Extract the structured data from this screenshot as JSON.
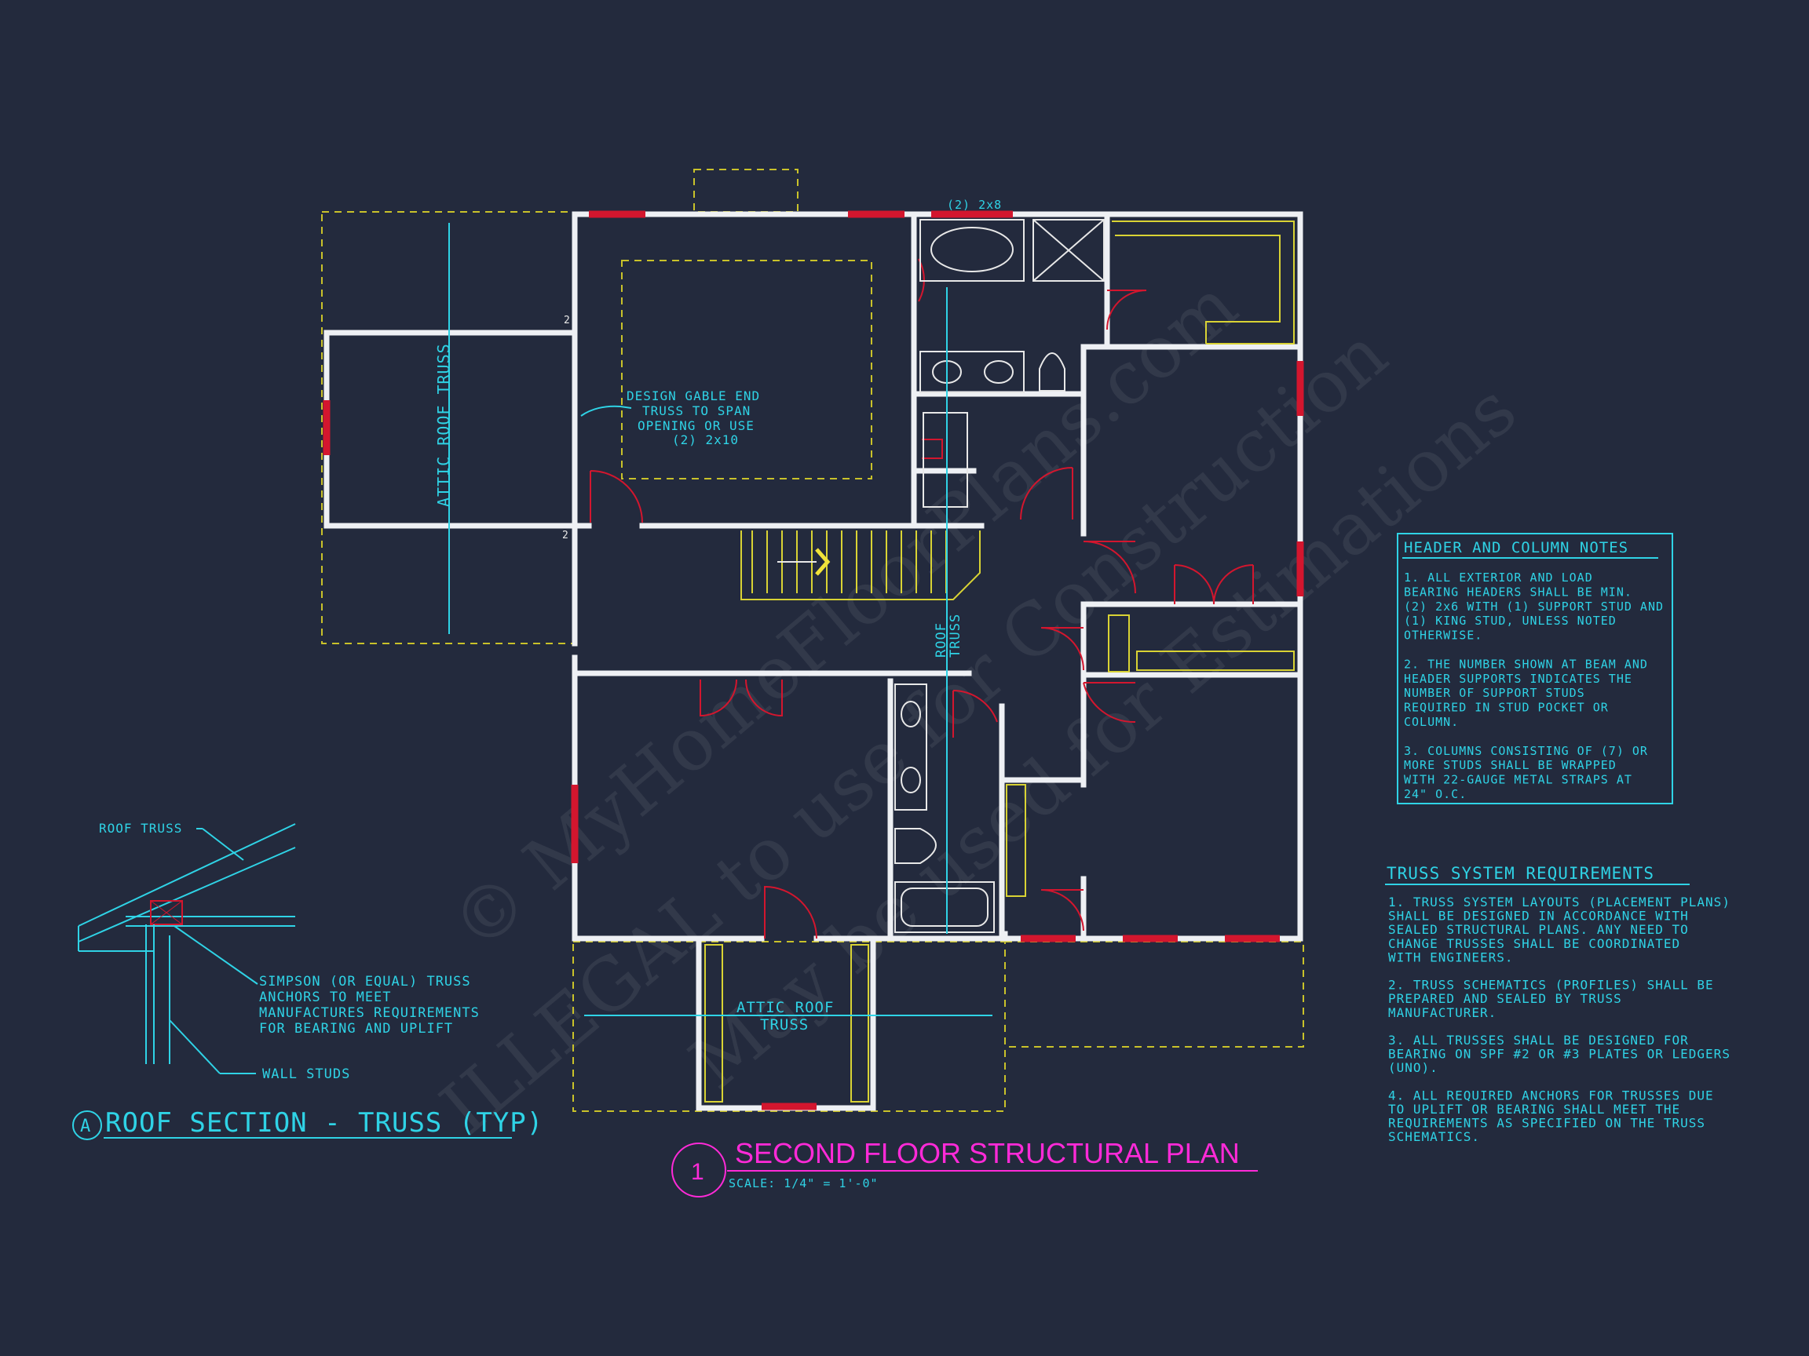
{
  "watermark": {
    "line1": "© MyHomeFloorPlans.com",
    "line2": "ILLEGAL to use for Construction",
    "line3": "May be used for Estimations"
  },
  "plan": {
    "beam_label": "(2) 2x8",
    "gable_note": [
      "DESIGN GABLE END",
      "TRUSS TO SPAN",
      "OPENING OR USE",
      "(2) 2x10"
    ],
    "attic_left_label": "ATTIC ROOF TRUSS",
    "attic_bottom_label": [
      "ATTIC ROOF",
      "TRUSS"
    ],
    "roof_truss_label": [
      "ROOF",
      "TRUSS"
    ],
    "stud_count_top": "2",
    "stud_count_bottom": "2"
  },
  "title": {
    "number": "1",
    "text": "SECOND FLOOR STRUCTURAL PLAN",
    "scale": "SCALE: 1/4\" = 1'-0\""
  },
  "roof_section": {
    "marker": "A",
    "title": "ROOF SECTION - TRUSS (TYP)",
    "label_roof_truss": "ROOF TRUSS",
    "anchor_note": [
      "SIMPSON (OR EQUAL) TRUSS",
      "ANCHORS TO MEET",
      "MANUFACTURES REQUIREMENTS",
      "FOR BEARING AND UPLIFT"
    ],
    "label_wall_studs": "WALL STUDS"
  },
  "header_notes": {
    "title": "HEADER AND COLUMN NOTES",
    "lines": [
      "1. ALL EXTERIOR AND LOAD",
      "BEARING HEADERS SHALL BE MIN.",
      "(2) 2x6 WITH (1) SUPPORT STUD AND",
      "(1) KING STUD, UNLESS NOTED",
      "OTHERWISE.",
      "",
      "2. THE NUMBER SHOWN AT BEAM AND",
      "HEADER SUPPORTS INDICATES THE",
      "NUMBER OF SUPPORT STUDS",
      "REQUIRED IN STUD POCKET OR",
      "COLUMN.",
      "",
      "3. COLUMNS CONSISTING OF (7) OR",
      "MORE STUDS SHALL BE WRAPPED",
      "WITH 22-GAUGE METAL STRAPS AT",
      "24\" O.C."
    ]
  },
  "truss_requirements": {
    "title": "TRUSS SYSTEM REQUIREMENTS",
    "lines": [
      "1. TRUSS SYSTEM LAYOUTS (PLACEMENT PLANS)",
      "SHALL BE DESIGNED IN ACCORDANCE WITH",
      "SEALED STRUCTURAL PLANS. ANY NEED TO",
      "CHANGE TRUSSES SHALL BE COORDINATED",
      "WITH ENGINEERS.",
      "",
      "2. TRUSS SCHEMATICS (PROFILES) SHALL BE",
      "PREPARED AND SEALED BY TRUSS",
      "MANUFACTURER.",
      "",
      "3. ALL TRUSSES SHALL BE DESIGNED FOR",
      "BEARING ON SPF #2 OR #3 PLATES OR LEDGERS",
      "(UNO).",
      "",
      "4. ALL REQUIRED ANCHORS FOR TRUSSES DUE",
      "TO UPLIFT OR BEARING SHALL MEET THE",
      "REQUIREMENTS AS SPECIFIED ON THE TRUSS",
      "SCHEMATICS."
    ]
  },
  "colors": {
    "background": "#232a3d",
    "accent": "#2fd3e6",
    "title": "#ff2ad8",
    "window": "#d3162e",
    "wall": "#eef0f4",
    "dashed": "#c9c22a"
  }
}
